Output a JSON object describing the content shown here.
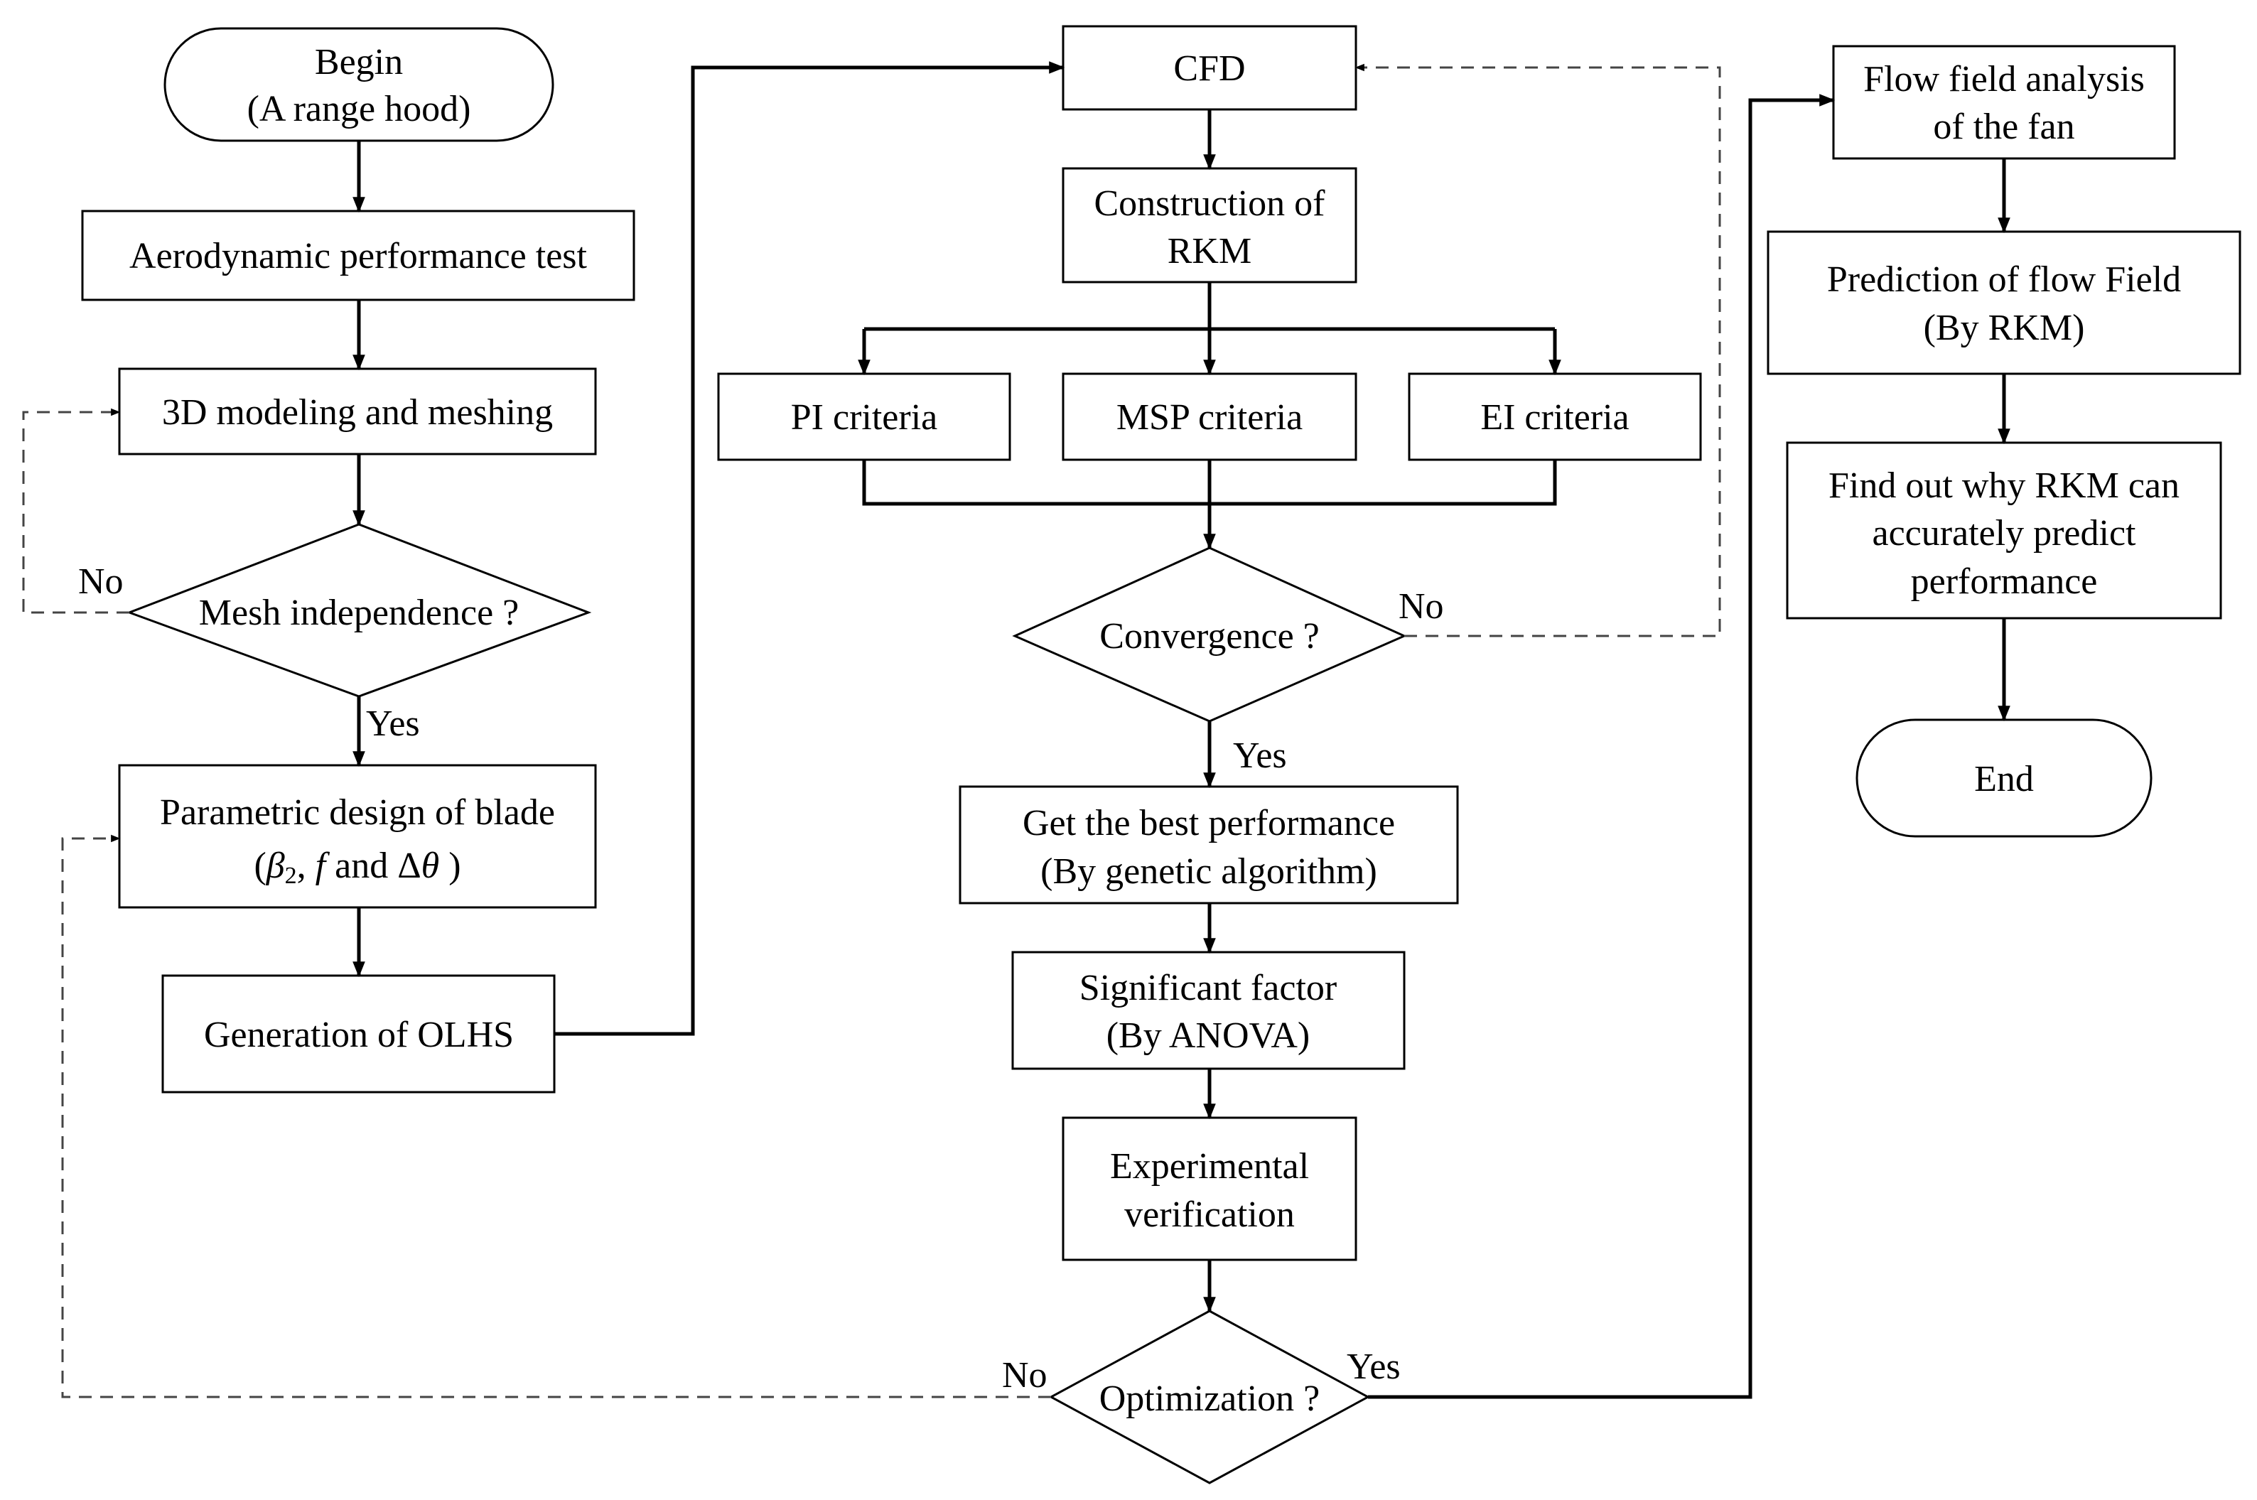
{
  "flowchart": {
    "begin": {
      "line1": "Begin",
      "line2": "(A range hood)"
    },
    "aero_test": "Aerodynamic performance test",
    "modeling": "3D modeling and meshing",
    "mesh_decision": "Mesh independence ?",
    "param_design": {
      "line1": "Parametric design of blade",
      "sym_beta": "β",
      "sym_sub": "2",
      "sym_f": "f",
      "sym_and": "and",
      "sym_delta": "Δ",
      "sym_theta": "θ"
    },
    "olhs": "Generation of OLHS",
    "cfd": "CFD",
    "rkm": {
      "line1": "Construction of",
      "line2": "RKM"
    },
    "pi": "PI criteria",
    "msp": "MSP criteria",
    "ei": "EI criteria",
    "convergence": "Convergence ?",
    "best": {
      "line1": "Get the best performance",
      "line2": "(By genetic algorithm)"
    },
    "factor": {
      "line1": "Significant factor",
      "line2": "(By ANOVA)"
    },
    "verify": {
      "line1": "Experimental",
      "line2": "verification"
    },
    "optimization": "Optimization ?",
    "flow_analysis": {
      "line1": "Flow field analysis",
      "line2": "of the fan"
    },
    "prediction": {
      "line1": "Prediction of flow Field",
      "line2": "(By RKM)"
    },
    "findout": {
      "line1": "Find out why RKM can",
      "line2": "accurately predict",
      "line3": "performance"
    },
    "end": "End",
    "labels": {
      "yes": "Yes",
      "no": "No"
    }
  }
}
